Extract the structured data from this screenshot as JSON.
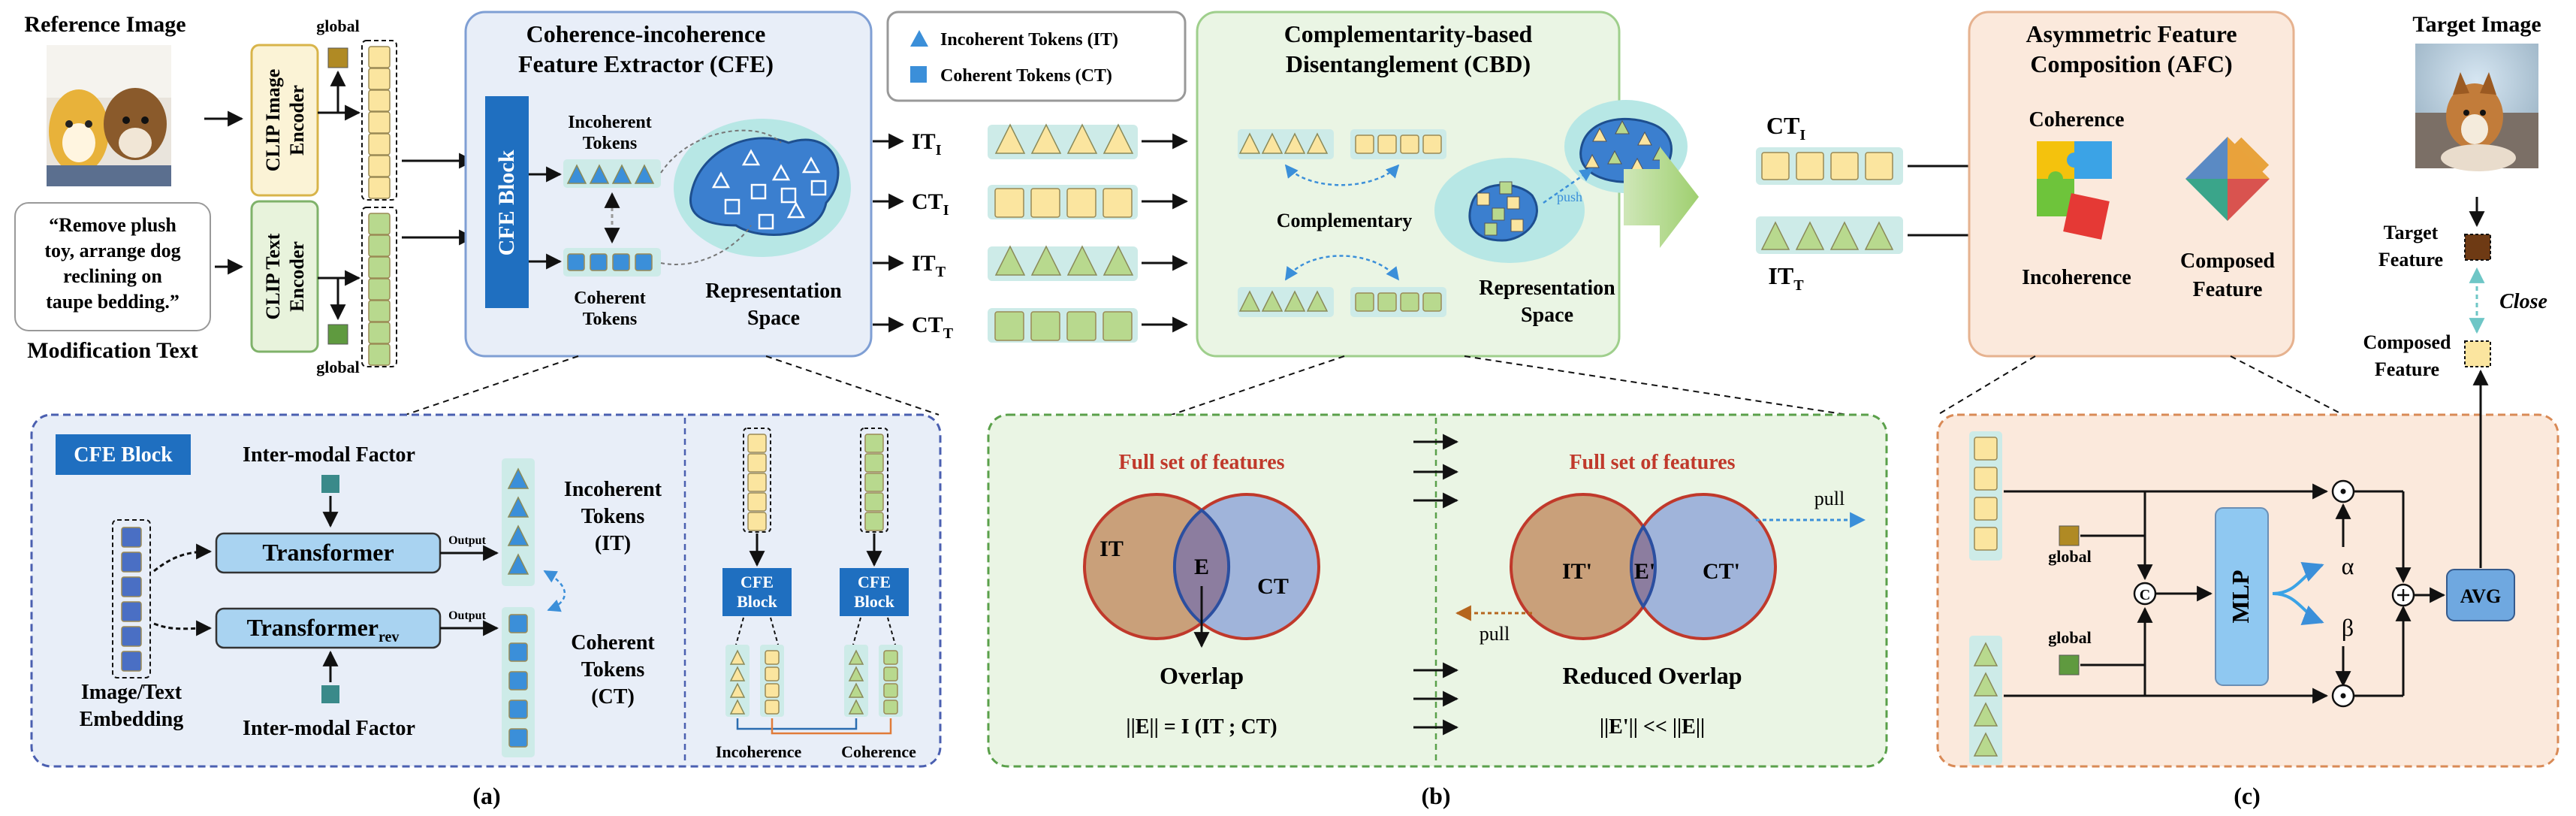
{
  "top": {
    "reference_image": "Reference Image",
    "modification_text_quote": [
      "“Remove plush",
      "toy, arrange dog",
      "reclining on",
      "taupe bedding.”"
    ],
    "modification_text": "Modification Text",
    "clip_image_encoder": [
      "CLIP Image",
      "Encoder"
    ],
    "clip_text_encoder": [
      "CLIP Text",
      "Encoder"
    ],
    "global": "global"
  },
  "cfe": {
    "title": [
      "Coherence-incoherence",
      "Feature Extractor (CFE)"
    ],
    "block": "CFE Block",
    "incoherent_tokens": [
      "Incoherent",
      "Tokens"
    ],
    "coherent_tokens": [
      "Coherent",
      "Tokens"
    ],
    "representation_space": [
      "Representation",
      "Space"
    ]
  },
  "legend": {
    "incoherent": "Incoherent Tokens (IT)",
    "coherent": "Coherent Tokens (CT)"
  },
  "streams": {
    "base": [
      "IT",
      "CT",
      "IT",
      "CT"
    ],
    "sub": [
      "I",
      "I",
      "T",
      "T"
    ]
  },
  "cbd": {
    "title": [
      "Complementarity-based",
      "Disentanglement (CBD)"
    ],
    "complementary": "Complementary",
    "push": "push",
    "representation_space": [
      "Representation",
      "Space"
    ]
  },
  "afc_inputs": {
    "ct_base": "CT",
    "ct_sub": "I",
    "it_base": "IT",
    "it_sub": "T"
  },
  "afc": {
    "title": [
      "Asymmetric Feature",
      "Composition (AFC)"
    ],
    "coherence": "Coherence",
    "incoherence": "Incoherence",
    "composed_feature": [
      "Composed",
      "Feature"
    ]
  },
  "right": {
    "target_image": "Target Image",
    "target_feature": [
      "Target",
      "Feature"
    ],
    "close": "Close",
    "composed_feature": [
      "Composed",
      "Feature"
    ]
  },
  "panel_a": {
    "block_label": "CFE Block",
    "inter_modal_top": "Inter-modal Factor",
    "inter_modal_bottom": "Inter-modal Factor",
    "transformer": "Transformer",
    "transformer_rev_base": "Transformer",
    "transformer_rev_sub": "rev",
    "output1": "Output",
    "output2": "Output",
    "embedding": [
      "Image/Text",
      "Embedding"
    ],
    "incoherent_tokens": [
      "Incoherent",
      "Tokens",
      "(IT)"
    ],
    "coherent_tokens": [
      "Coherent",
      "Tokens",
      "(CT)"
    ],
    "mini_block": [
      "CFE",
      "Block"
    ],
    "incoherence": "Incoherence",
    "coherence": "Coherence",
    "caption": "(a)"
  },
  "panel_b": {
    "full_set_left": "Full set of features",
    "full_set_right": "Full set of features",
    "it": "IT",
    "e": "E",
    "ct": "CT",
    "it_p": "IT'",
    "e_p": "E'",
    "ct_p": "CT'",
    "overlap": "Overlap",
    "reduced_overlap": "Reduced Overlap",
    "eq_left": "||E|| = I (IT ; CT)",
    "eq_right": "||E'|| << ||E||",
    "pull_right": "pull",
    "pull_left": "pull",
    "caption": "(b)"
  },
  "panel_c": {
    "global_top": "global",
    "global_bottom": "global",
    "mlp": "MLP",
    "alpha": "α",
    "beta": "β",
    "avg": "AVG",
    "concat": "C",
    "caption": "(c)"
  },
  "colors": {
    "cfe_fill": "#e8eef8",
    "cfe_stroke": "#7f9fd4",
    "cbd_fill": "#eaf5e4",
    "cbd_stroke": "#9fcf8c",
    "afc_fill": "#fbe9dc",
    "afc_stroke": "#e6b28f",
    "token_yellow": "#fbe59f",
    "token_green": "#b8d98e",
    "token_blue": "#3b8fd9",
    "strip": "#cdebe8",
    "venn_it": "#c9a07a",
    "venn_ct": "#93a8d8",
    "venn_stroke": "#c0392b",
    "red_title": "#c0392b"
  }
}
